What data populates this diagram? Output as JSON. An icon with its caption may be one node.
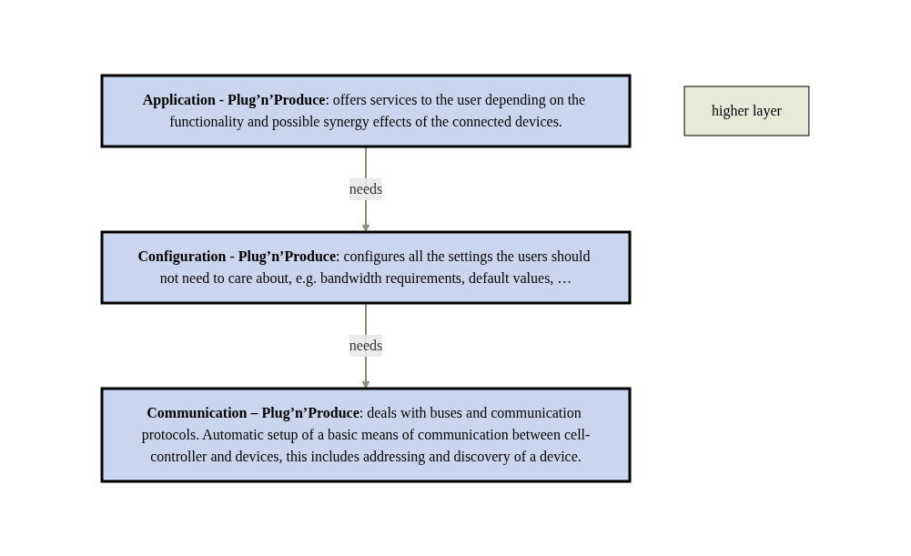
{
  "diagram": {
    "nodes": [
      {
        "text": [
          "**Application - Plug’n’Produce**: offers services to the user depending on the functionality and possible synergy effects of the connected devices."
        ]
      },
      {
        "text": [
          "**Configuration - Plug’n’Produce**: configures all the settings the users should not need to care about, e.g. bandwidth requirements, default values, …"
        ]
      },
      {
        "text": [
          "**Communication – Plug’n’Produce**: deals with buses and communication protocols. Automatic setup of a basic means of communication between cell-controller and devices, this includes addressing and discovery of a device."
        ]
      },
      {
        "text": [
          "higher layer"
        ]
      }
    ],
    "edges": [
      {
        "from": 0,
        "to": 1,
        "arrow": "to",
        "label": "needs"
      },
      {
        "from": 1,
        "to": 2,
        "arrow": "to",
        "label": "needs"
      }
    ]
  }
}
